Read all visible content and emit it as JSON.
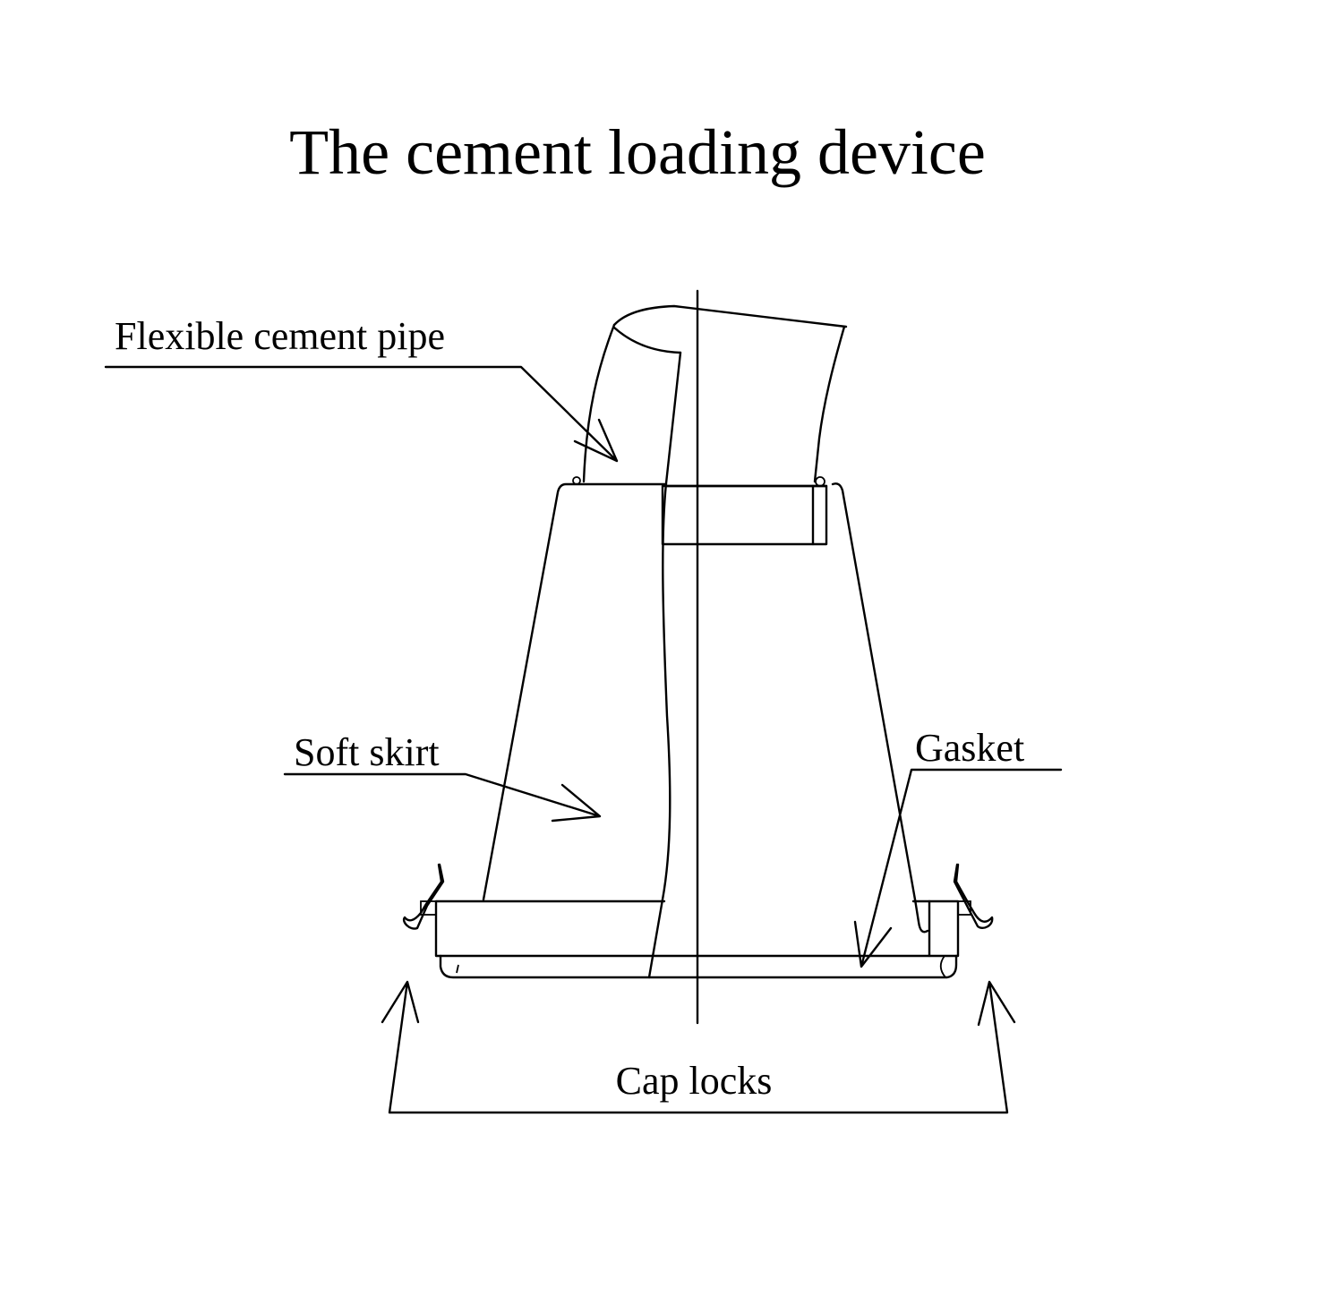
{
  "title": "The cement loading device",
  "labels": {
    "pipe": "Flexible cement pipe",
    "skirt": "Soft skirt",
    "gasket": "Gasket",
    "locks": "Cap locks"
  }
}
